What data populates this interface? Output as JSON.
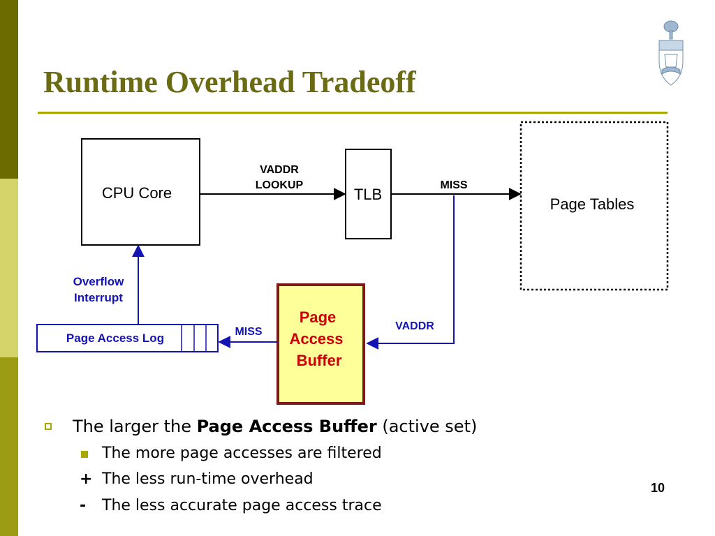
{
  "title": "Runtime Overhead Tradeoff",
  "diagram": {
    "cpu_core": "CPU Core",
    "tlb": "TLB",
    "page_tables": "Page Tables",
    "vaddr_lookup_line1": "VADDR",
    "vaddr_lookup_line2": "LOOKUP",
    "miss_tlb": "MISS",
    "vaddr_pab": "VADDR",
    "pab_line1": "Page",
    "pab_line2": "Access",
    "pab_line3": "Buffer",
    "miss_log": "MISS",
    "page_access_log": "Page Access Log",
    "overflow_line1": "Overflow",
    "overflow_line2": "Interrupt",
    "colors": {
      "blue": "#1414b4",
      "dark_red": "#7a1a1a",
      "pab_fill": "#ffff99",
      "pab_text": "#cc0000"
    }
  },
  "bullets": {
    "b1_pre": "The larger the ",
    "b1_bold": "Page Access Buffer",
    "b1_post": " (active set)",
    "b2": "The more page accesses are filtered",
    "b3_sign": "+",
    "b3": "The less run-time overhead",
    "b4_sign": "-",
    "b4": "The less accurate page access trace"
  },
  "page_number": "10",
  "theme": {
    "sidebar_dark": "#6b6b00",
    "sidebar_light": "#d4d46a",
    "sidebar_mid": "#9c9c14",
    "title_color": "#6b6b14",
    "rule": "#a8a800"
  },
  "logo": {
    "icon": "university-crest-icon"
  }
}
